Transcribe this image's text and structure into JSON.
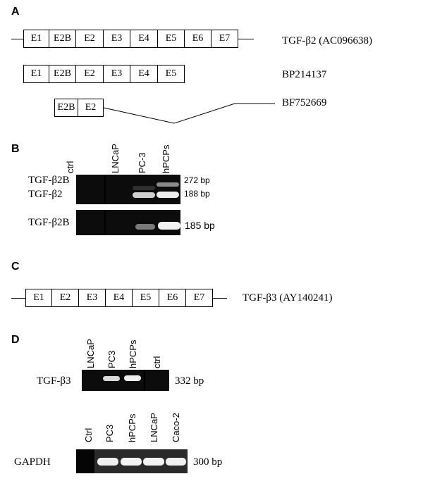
{
  "panels": {
    "a": "A",
    "b": "B",
    "c": "C",
    "d": "D"
  },
  "panel_a": {
    "tgfb2": {
      "exons": [
        "E1",
        "E2B",
        "E2",
        "E3",
        "E4",
        "E5",
        "E6",
        "E7"
      ],
      "label": "TGF-β2 (AC096638)"
    },
    "bp214137": {
      "exons": [
        "E1",
        "E2B",
        "E2",
        "E3",
        "E4",
        "E5"
      ],
      "label": "BP214137"
    },
    "bf752669": {
      "exons": [
        "E2B",
        "E2"
      ],
      "label": "BF752669"
    }
  },
  "panel_b": {
    "lanes": [
      "ctrl",
      "LNCaP",
      "PC-3",
      "hPCPs"
    ],
    "gel1": {
      "left_labels": [
        "TGF-β2B",
        "TGF-β2"
      ],
      "right_labels": [
        "272 bp",
        "188 bp"
      ]
    },
    "gel2": {
      "left_label": "TGF-β2B",
      "right_label": "185 bp"
    }
  },
  "panel_c": {
    "exons": [
      "E1",
      "E2",
      "E3",
      "E4",
      "E5",
      "E6",
      "E7"
    ],
    "label": "TGF-β3 (AY140241)"
  },
  "panel_d": {
    "gel1": {
      "lanes": [
        "LNCaP",
        "PC3",
        "hPCPs",
        "ctrl"
      ],
      "left_label": "TGF-β3",
      "right_label": "332 bp"
    },
    "gel2": {
      "lanes": [
        "Ctrl",
        "PC3",
        "hPCPs",
        "LNCaP",
        "Caco-2"
      ],
      "left_label": "GAPDH",
      "right_label": "300 bp"
    }
  }
}
